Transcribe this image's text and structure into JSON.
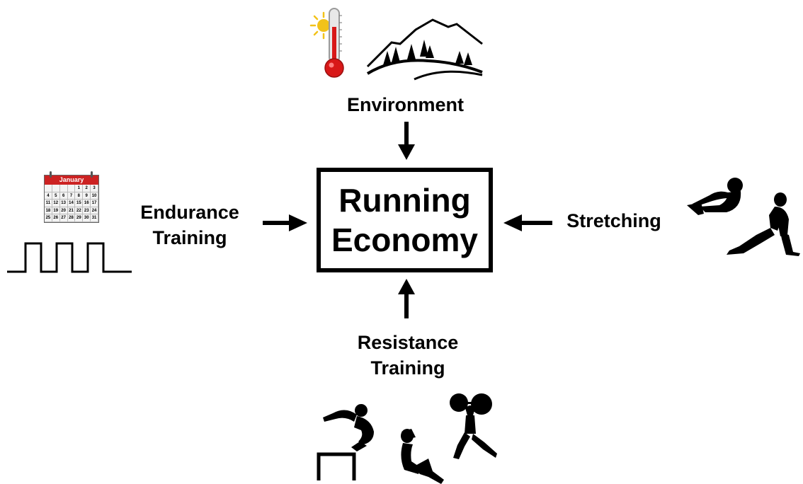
{
  "center": {
    "line1": "Running",
    "line2": "Economy"
  },
  "factors": {
    "environment": {
      "label": "Environment",
      "icons": [
        "thermometer-icon",
        "sun-icon",
        "mountain-landscape-icon"
      ]
    },
    "endurance": {
      "line1": "Endurance",
      "line2": "Training",
      "icons": [
        "calendar-icon",
        "square-wave-icon"
      ]
    },
    "stretching": {
      "label": "Stretching",
      "icons": [
        "seated-stretch-icon",
        "lunge-stretch-icon"
      ]
    },
    "resistance": {
      "line1": "Resistance",
      "line2": "Training",
      "icons": [
        "box-jump-icon",
        "situp-icon",
        "weightlifter-icon"
      ]
    }
  },
  "calendar": {
    "month": "January",
    "rows": [
      [
        "",
        "",
        "",
        "",
        "1",
        "2",
        "3"
      ],
      [
        "4",
        "5",
        "6",
        "7",
        "8",
        "9",
        "10"
      ],
      [
        "11",
        "12",
        "13",
        "14",
        "15",
        "16",
        "17"
      ],
      [
        "18",
        "19",
        "20",
        "21",
        "22",
        "23",
        "24"
      ],
      [
        "25",
        "26",
        "27",
        "28",
        "29",
        "30",
        "31"
      ]
    ]
  },
  "colors": {
    "calendar_header": "#cc2222",
    "thermometer": "#d81818",
    "sun": "#f2c21a"
  }
}
